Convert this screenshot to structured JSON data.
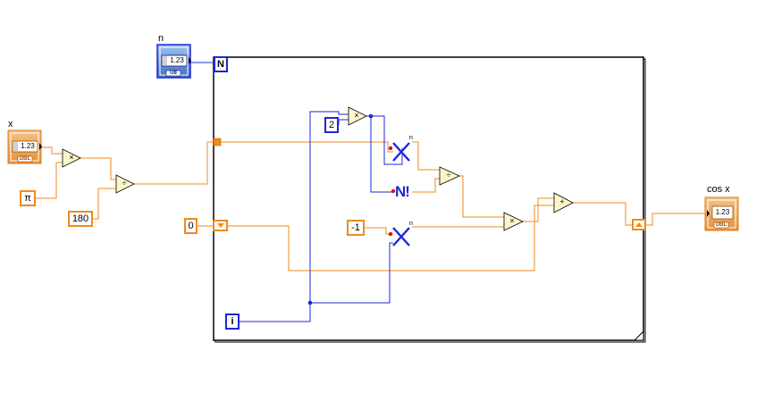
{
  "controls": {
    "n": {
      "label": "n",
      "type_tag": "U8",
      "display": "1.23"
    },
    "x": {
      "label": "x",
      "type_tag": "DBL",
      "display": "1.23"
    }
  },
  "indicators": {
    "cos_x": {
      "label": "cos x",
      "type_tag": "DBL",
      "display": "1.23"
    }
  },
  "constants": {
    "pi": "π",
    "deg": "180",
    "zero": "0",
    "two": "2",
    "neg_one": "-1"
  },
  "loop": {
    "count_terminal": "N",
    "iteration_terminal": "i"
  },
  "functions": {
    "multiply": "×",
    "divide": "÷",
    "add": "+",
    "factorial": "N!",
    "power": "xⁿ"
  },
  "colors": {
    "float_wire": "#f08a1c",
    "int_wire": "#1d27d6",
    "function_fill": "#fbf7c8",
    "loop_border": "#000000"
  }
}
